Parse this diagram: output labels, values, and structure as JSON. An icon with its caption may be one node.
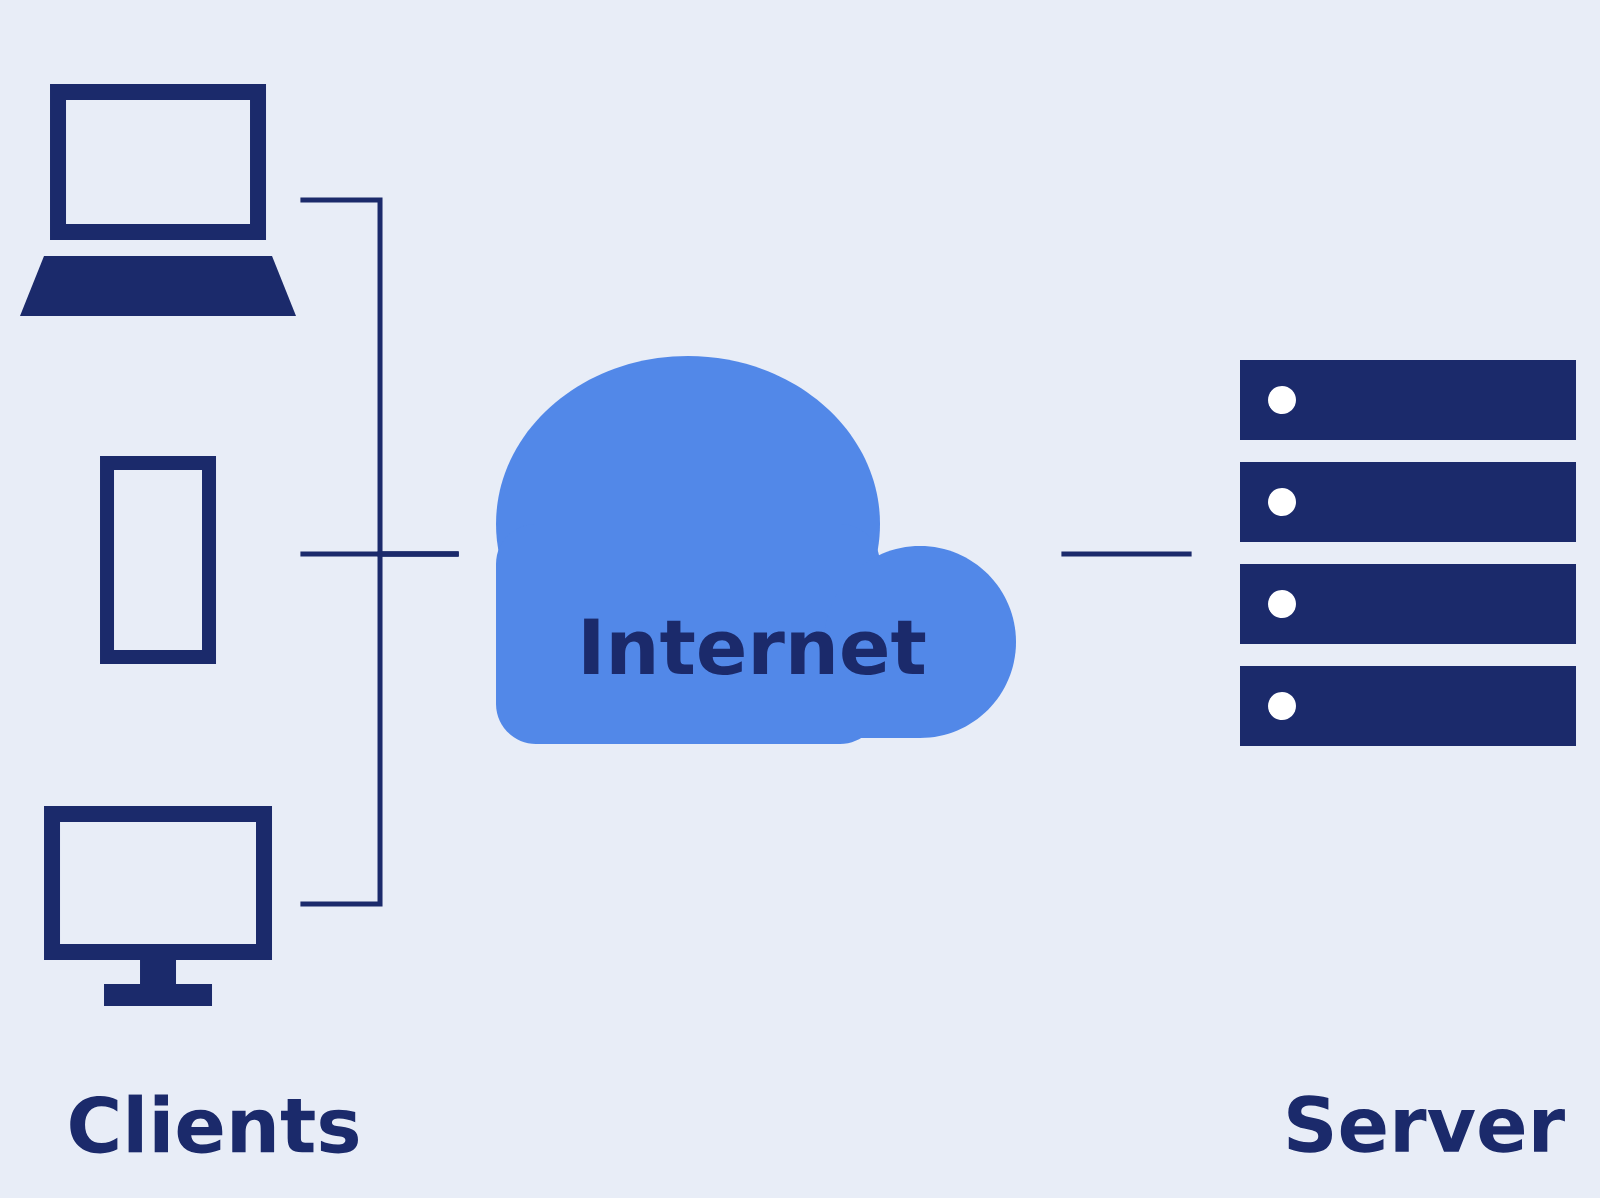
{
  "diagram": {
    "nodes": [
      {
        "text": [],
        "shape": "laptop"
      },
      {
        "text": [],
        "shape": "phone"
      },
      {
        "text": [],
        "shape": "monitor"
      },
      {
        "text": [
          "Internet"
        ]
      },
      {
        "text": [],
        "shape": "server"
      }
    ],
    "edges": [
      {
        "from": 0,
        "to": 3,
        "arrow": "none"
      },
      {
        "from": 1,
        "to": 3,
        "arrow": "none"
      },
      {
        "from": 2,
        "to": 3,
        "arrow": "none"
      },
      {
        "from": 3,
        "to": 4,
        "arrow": "none"
      }
    ],
    "labels": [
      "Clients",
      "Server"
    ]
  }
}
